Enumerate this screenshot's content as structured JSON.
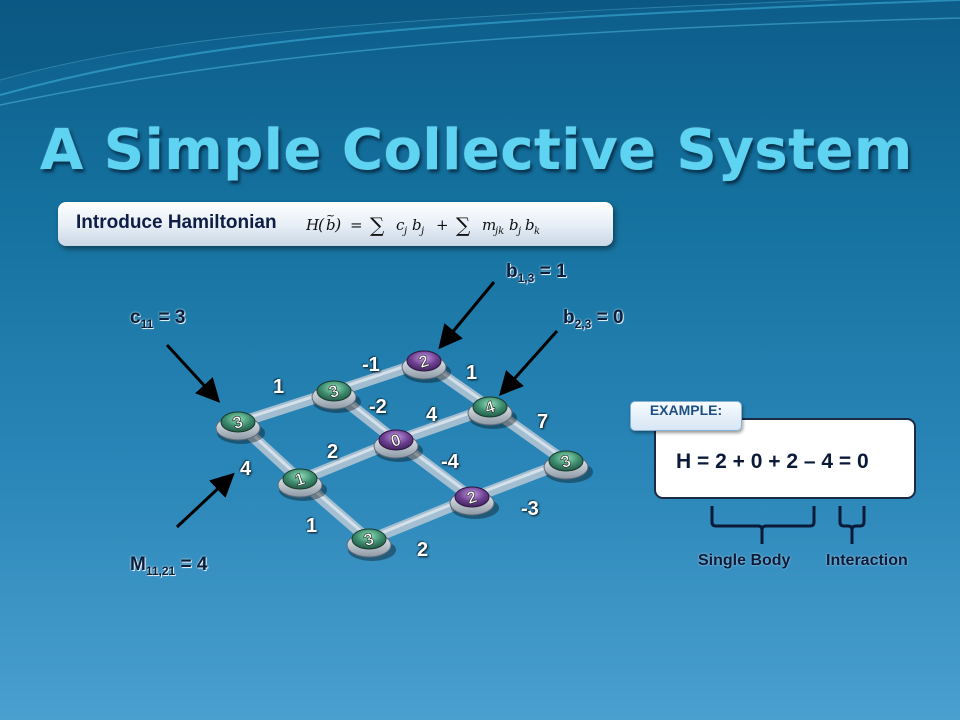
{
  "title": "A Simple Collective System",
  "intro": {
    "label": "Introduce Hamiltonian",
    "formula": "H( b̃ ) = ∑ c_j b_j + ∑ m_jk b_j b_k"
  },
  "annotations": {
    "b13": {
      "base": "b",
      "sub": "1,3",
      "rest": " = 1"
    },
    "b23": {
      "base": "b",
      "sub": "2,3",
      "rest": " = 0"
    },
    "c11": {
      "base": "c",
      "sub": "11",
      "rest": " = 3"
    },
    "m1121": {
      "base": "M",
      "sub": "11,21",
      "rest": " = 4"
    }
  },
  "nodes": [
    {
      "id": "r1c1",
      "value": "3",
      "color": "#3c8a6d"
    },
    {
      "id": "r1c2",
      "value": "3",
      "color": "#3c8a6d"
    },
    {
      "id": "r1c3",
      "value": "2",
      "color": "#6b3f8f"
    },
    {
      "id": "r2c1",
      "value": "1",
      "color": "#3c8a6d"
    },
    {
      "id": "r2c2",
      "value": "0",
      "color": "#6b3f8f"
    },
    {
      "id": "r2c3",
      "value": "4",
      "color": "#3c8a6d"
    },
    {
      "id": "r3c1",
      "value": "3",
      "color": "#3c8a6d"
    },
    {
      "id": "r3c2",
      "value": "2",
      "color": "#6b3f8f"
    },
    {
      "id": "r3c3",
      "value": "3",
      "color": "#3c8a6d"
    }
  ],
  "edge_weights": {
    "e_r1c1_r1c2": "1",
    "e_r1c2_r1c3": "-1",
    "e_r1c3_r2c3": "1",
    "e_r1c2_r2c2": "-2",
    "e_r2c2_r2c3": "4",
    "e_r2c3_r3c3": "7",
    "e_r1c1_r2c1": "4",
    "e_r2c1_r2c2": "2",
    "e_r2c2_r3c2": "-4",
    "e_r3c2_r3c3": "-3",
    "e_r2c1_r3c1": "1",
    "e_r3c1_r3c2": "2"
  },
  "example": {
    "tag": "EXAMPLE:",
    "equation": "H = 2 + 0 + 2 – 4 = 0",
    "single_body_label": "Single Body",
    "interaction_label": "Interaction"
  },
  "colors": {
    "background_top": "#0d5d8a",
    "background_bottom": "#4aa0cf",
    "title": "#5fd4f2",
    "node_green": "#3c8a6d",
    "node_purple": "#6b3f8f"
  }
}
